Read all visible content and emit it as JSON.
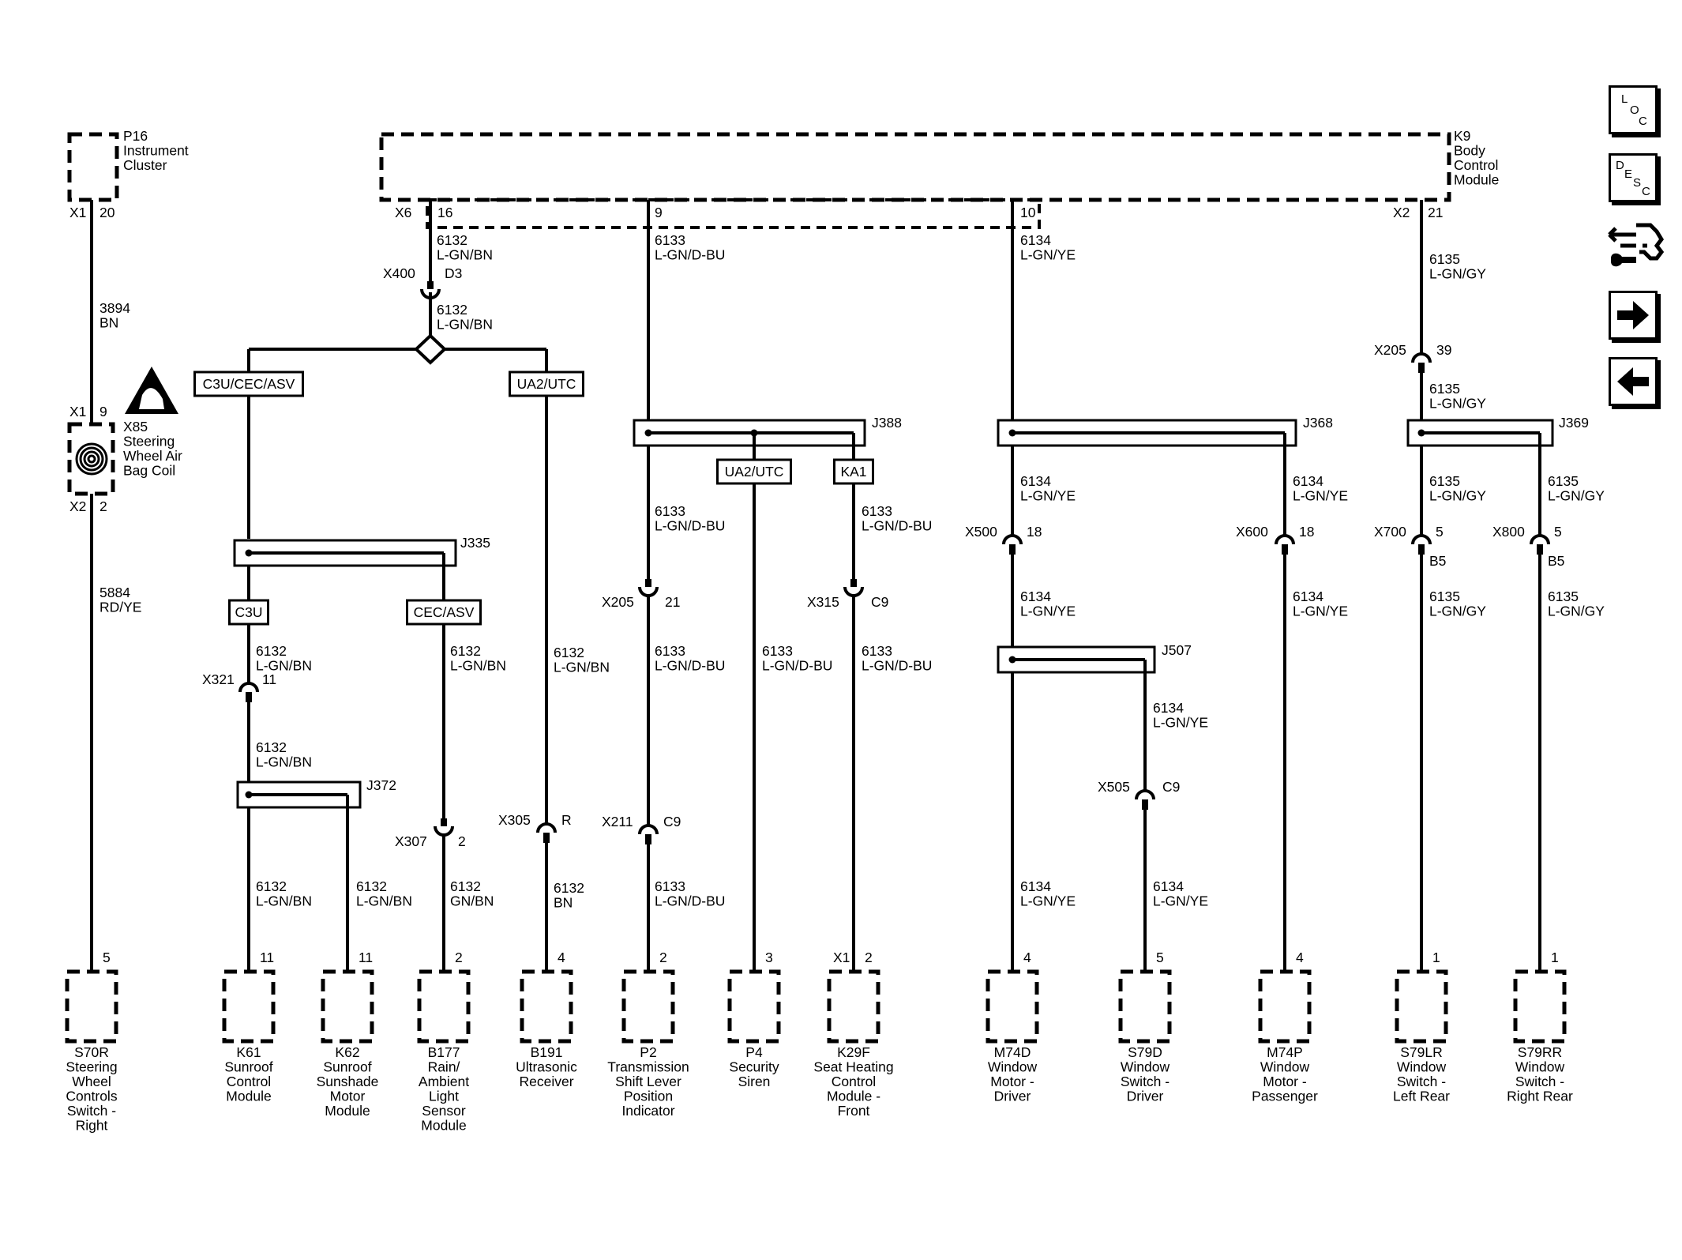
{
  "nav": {
    "loc": {
      "label": "LOC",
      "c1": "L",
      "c2": "O",
      "c3": "C"
    },
    "desc": {
      "label": "DESC",
      "c1": "D",
      "c2": "E",
      "c3": "S",
      "c4": "C"
    },
    "tool": "connector-tool-icon",
    "next": "right-arrow-icon",
    "prev": "left-arrow-icon"
  },
  "modules": {
    "p16": {
      "id": "P16",
      "l1": "Instrument",
      "l2": "Cluster"
    },
    "k9": {
      "id": "K9",
      "l1": "Body",
      "l2": "Control",
      "l3": "Module"
    },
    "x85": {
      "id": "X85",
      "l1": "Steering",
      "l2": "Wheel Air",
      "l3": "Bag Coil"
    }
  },
  "texts": {
    "p16_x1": "X1",
    "p16_pin": "20",
    "w3894_num": "3894",
    "w3894_col": "BN",
    "x85_x1": "X1",
    "x85_pin1": "9",
    "x85_x2": "X2",
    "x85_pin2": "2",
    "w5884_num": "5884",
    "w5884_col": "RD/YE",
    "k9_x6": "X6",
    "k9_pin16": "16",
    "k9_pin9": "9",
    "k9_pin10": "10",
    "k9_x2": "X2",
    "k9_pin21": "21",
    "w6132a_num": "6132",
    "w6132a_col": "L-GN/BN",
    "x400": "X400",
    "x400_pin": "D3",
    "w6132b_num": "6132",
    "w6132b_col": "L-GN/BN",
    "opt_c3u_cec_asv": "C3U/CEC/ASV",
    "opt_ua2_utc_a": "UA2/UTC",
    "j335": "J335",
    "opt_c3u": "C3U",
    "opt_cec_asv": "CEC/ASV",
    "w6132c_num": "6132",
    "w6132c_col": "L-GN/BN",
    "x321": "X321",
    "x321_pin": "11",
    "w6132d_num": "6132",
    "w6132d_col": "L-GN/BN",
    "j372": "J372",
    "w6132e_num": "6132",
    "w6132e_col": "L-GN/BN",
    "w6132f_num": "6132",
    "w6132f_col": "L-GN/BN",
    "w6132g_num": "6132",
    "w6132g_col": "L-GN/BN",
    "x307": "X307",
    "x307_pin": "2",
    "w6132h_num": "6132",
    "w6132h_col": "GN/BN",
    "w6132i_num": "6132",
    "w6132i_col": "L-GN/BN",
    "x305": "X305",
    "x305_pin": "R",
    "w6132j_num": "6132",
    "w6132j_col": "BN",
    "w6133a_num": "6133",
    "w6133a_col": "L-GN/D-BU",
    "j388": "J388",
    "opt_ua2_utc_b": "UA2/UTC",
    "opt_ka1": "KA1",
    "w6133b_num": "6133",
    "w6133b_col": "L-GN/D-BU",
    "w6133c_num": "6133",
    "w6133c_col": "L-GN/D-BU",
    "x205a": "X205",
    "x205a_pin": "21",
    "x315": "X315",
    "x315_pin": "C9",
    "w6133d_num": "6133",
    "w6133d_col": "L-GN/D-BU",
    "w6133e_num": "6133",
    "w6133e_col": "L-GN/D-BU",
    "w6133f_num": "6133",
    "w6133f_col": "L-GN/D-BU",
    "x211": "X211",
    "x211_pin": "C9",
    "w6133g_num": "6133",
    "w6133g_col": "L-GN/D-BU",
    "w6134a_num": "6134",
    "w6134a_col": "L-GN/YE",
    "j368": "J368",
    "w6134b_num": "6134",
    "w6134b_col": "L-GN/YE",
    "w6134c_num": "6134",
    "w6134c_col": "L-GN/YE",
    "x500": "X500",
    "x500_pin": "18",
    "x600": "X600",
    "x600_pin": "18",
    "w6134d_num": "6134",
    "w6134d_col": "L-GN/YE",
    "w6134e_num": "6134",
    "w6134e_col": "L-GN/YE",
    "j507": "J507",
    "w6134f_num": "6134",
    "w6134f_col": "L-GN/YE",
    "x505": "X505",
    "x505_pin": "C9",
    "w6134g_num": "6134",
    "w6134g_col": "L-GN/YE",
    "w6134h_num": "6134",
    "w6134h_col": "L-GN/YE",
    "w6135a_num": "6135",
    "w6135a_col": "L-GN/GY",
    "x205b": "X205",
    "x205b_pin": "39",
    "w6135b_num": "6135",
    "w6135b_col": "L-GN/GY",
    "j369": "J369",
    "w6135c_num": "6135",
    "w6135c_col": "L-GN/GY",
    "w6135d_num": "6135",
    "w6135d_col": "L-GN/GY",
    "x700": "X700",
    "x700_pin": "5",
    "x700_pin2": "B5",
    "x800": "X800",
    "x800_pin": "5",
    "x800_pin2": "B5",
    "w6135e_num": "6135",
    "w6135e_col": "L-GN/GY",
    "w6135f_num": "6135",
    "w6135f_col": "L-GN/GY",
    "k29f_x1": "X1"
  },
  "components": [
    {
      "pin": "5",
      "lines": [
        "S70R",
        "Steering",
        "Wheel",
        "Controls",
        "Switch -",
        "Right"
      ]
    },
    {
      "pin": "11",
      "lines": [
        "K61",
        "Sunroof",
        "Control",
        "Module"
      ]
    },
    {
      "pin": "11",
      "lines": [
        "K62",
        "Sunroof",
        "Sunshade",
        "Motor",
        "Module"
      ]
    },
    {
      "pin": "2",
      "lines": [
        "B177",
        "Rain/",
        "Ambient",
        "Light",
        "Sensor",
        "Module"
      ]
    },
    {
      "pin": "4",
      "lines": [
        "B191",
        "Ultrasonic",
        "Receiver"
      ]
    },
    {
      "pin": "2",
      "lines": [
        "P2",
        "Transmission",
        "Shift Lever",
        "Position",
        "Indicator"
      ]
    },
    {
      "pin": "3",
      "lines": [
        "P4",
        "Security",
        "Siren"
      ]
    },
    {
      "pin": "2",
      "lines": [
        "K29F",
        "Seat Heating",
        "Control",
        "Module -",
        "Front"
      ]
    },
    {
      "pin": "4",
      "lines": [
        "M74D",
        "Window",
        "Motor -",
        "Driver"
      ]
    },
    {
      "pin": "5",
      "lines": [
        "S79D",
        "Window",
        "Switch -",
        "Driver"
      ]
    },
    {
      "pin": "4",
      "lines": [
        "M74P",
        "Window",
        "Motor -",
        "Passenger"
      ]
    },
    {
      "pin": "1",
      "lines": [
        "S79LR",
        "Window",
        "Switch -",
        "Left Rear"
      ]
    },
    {
      "pin": "1",
      "lines": [
        "S79RR",
        "Window",
        "Switch -",
        "Right Rear"
      ]
    }
  ]
}
